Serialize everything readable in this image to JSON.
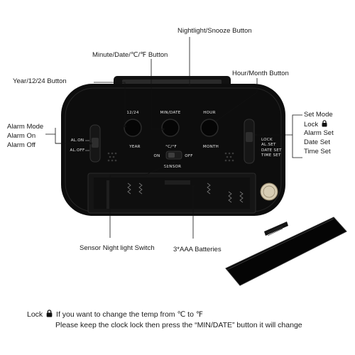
{
  "callouts": {
    "nightlight_snooze": "Nightlight/Snooze Button",
    "minute_date": "Minute/Date/℃/℉ Button",
    "hour_month": "Hour/Month Button",
    "year_1224": "Year/12/24 Button",
    "alarm_mode": "Alarm Mode",
    "alarm_on": "Alarm On",
    "alarm_off": "Alarm Off",
    "set_mode": "Set Mode",
    "lock": "Lock",
    "alarm_set": "Alarm Set",
    "date_set": "Date Set",
    "time_set": "Time Set",
    "sensor_switch": "Sensor Night light Switch",
    "batteries": "3*AAA Batteries"
  },
  "clock_labels": {
    "top_button_1": "12/24",
    "top_button_2": "MIN/DATE",
    "top_button_3": "HOUR",
    "bottom_button_1": "YEAR",
    "bottom_button_2": "°C/°F",
    "bottom_button_3": "MONTH",
    "sensor_on": "ON",
    "sensor_off": "OFF",
    "sensor": "SENSOR",
    "al_on": "AL.ON",
    "al_off": "AL.OFF",
    "lock": "LOCK",
    "al_set": "AL.SET",
    "date_set": "DATE SET",
    "time_set": "TIME SET"
  },
  "note": {
    "line1_prefix": "Lock",
    "line1_suffix": "If you want to change the temp from ℃ to ℉",
    "line2": "Please keep the clock lock then press the “MIN/DATE” button it will change"
  }
}
